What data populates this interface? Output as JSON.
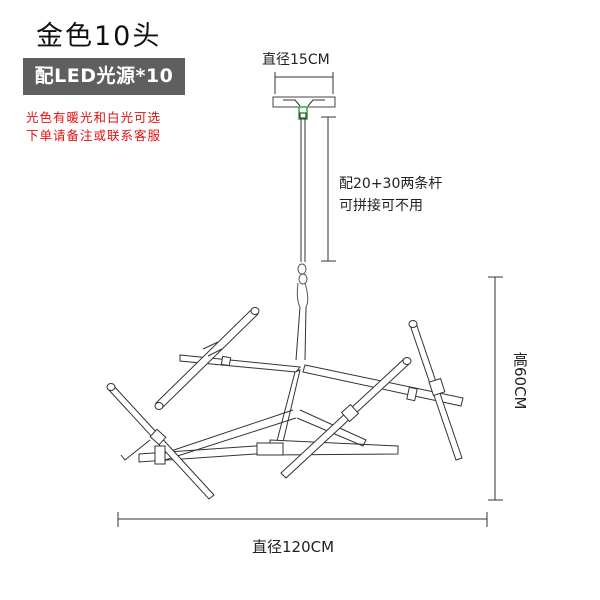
{
  "title": "金色10头",
  "badge": "配LED光源*10",
  "notes": [
    "光色有暖光和白光可选",
    "下单请备注或联系客服"
  ],
  "dimensions": {
    "canopy_diameter": "直径15CM",
    "rod_note": [
      "配20+30两条杆",
      "可拼接可不用"
    ],
    "height": "高60CM",
    "diameter": "直径120CM"
  },
  "colors": {
    "badge_bg": "#5f5f5f",
    "note_text": "#e01010",
    "line": "#333333",
    "canopy_accent": "#2fa83a"
  }
}
